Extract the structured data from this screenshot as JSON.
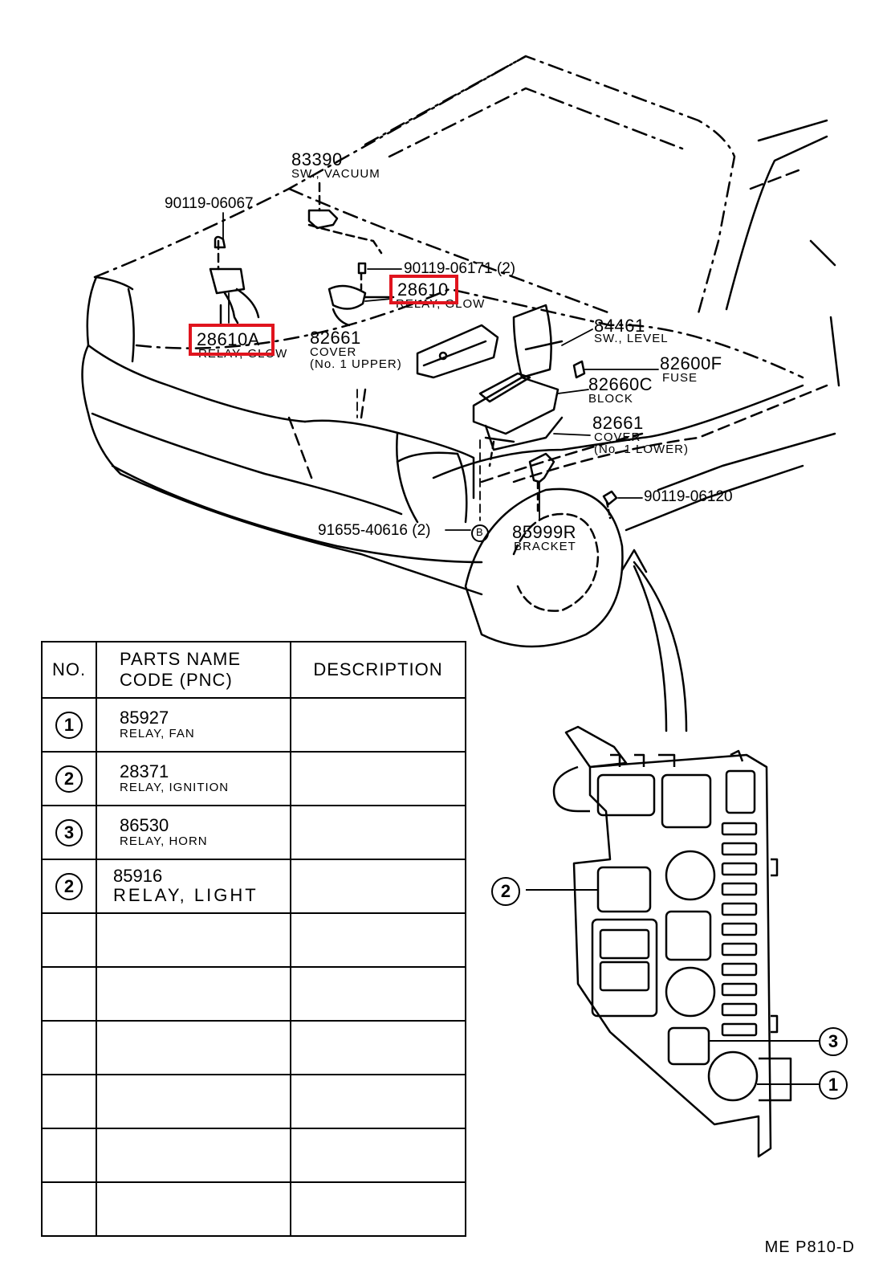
{
  "parts": {
    "p83390": {
      "code": "83390",
      "name": "SW., VACUUM"
    },
    "p90119_06067": {
      "code": "90119-06067"
    },
    "p90119_06171": {
      "code": "90119-06171 (2)"
    },
    "p28610": {
      "code": "28610",
      "name": "RELAY, GLOW"
    },
    "p28610A": {
      "code": "28610A",
      "name": "RELAY, GLOW"
    },
    "p82661_upper": {
      "code": "82661",
      "name": "COVER",
      "sub": "(No. 1 UPPER)"
    },
    "p84461": {
      "code": "84461",
      "name": "SW., LEVEL"
    },
    "p82600F": {
      "code": "82600F",
      "name": "FUSE"
    },
    "p82660C": {
      "code": "82660C",
      "name": "BLOCK"
    },
    "p82661_lower": {
      "code": "82661",
      "name": "COVER",
      "sub": "(No. 1 LOWER)"
    },
    "p90119_06120": {
      "code": "90119-06120"
    },
    "p91655_40616": {
      "code": "91655-40616 (2)"
    },
    "p85999R": {
      "code": "85999R",
      "name": "BRACKET"
    },
    "ref_b": "B"
  },
  "highlight_color": "#e0141e",
  "table": {
    "headers": {
      "no": "NO.",
      "pnc_line1": "PARTS NAME",
      "pnc_line2": "CODE (PNC)",
      "description": "DESCRIPTION"
    },
    "rows": [
      {
        "no": "1",
        "code": "85927",
        "name": "RELAY, FAN"
      },
      {
        "no": "2",
        "code": "28371",
        "name": "RELAY, IGNITION"
      },
      {
        "no": "3",
        "code": "86530",
        "name": "RELAY, HORN"
      },
      {
        "no": "2",
        "code": "85916",
        "name": "RELAY, LIGHT"
      }
    ]
  },
  "callouts": {
    "c2": "2",
    "c3": "3",
    "c1": "1"
  },
  "footer": "ME P810-D"
}
